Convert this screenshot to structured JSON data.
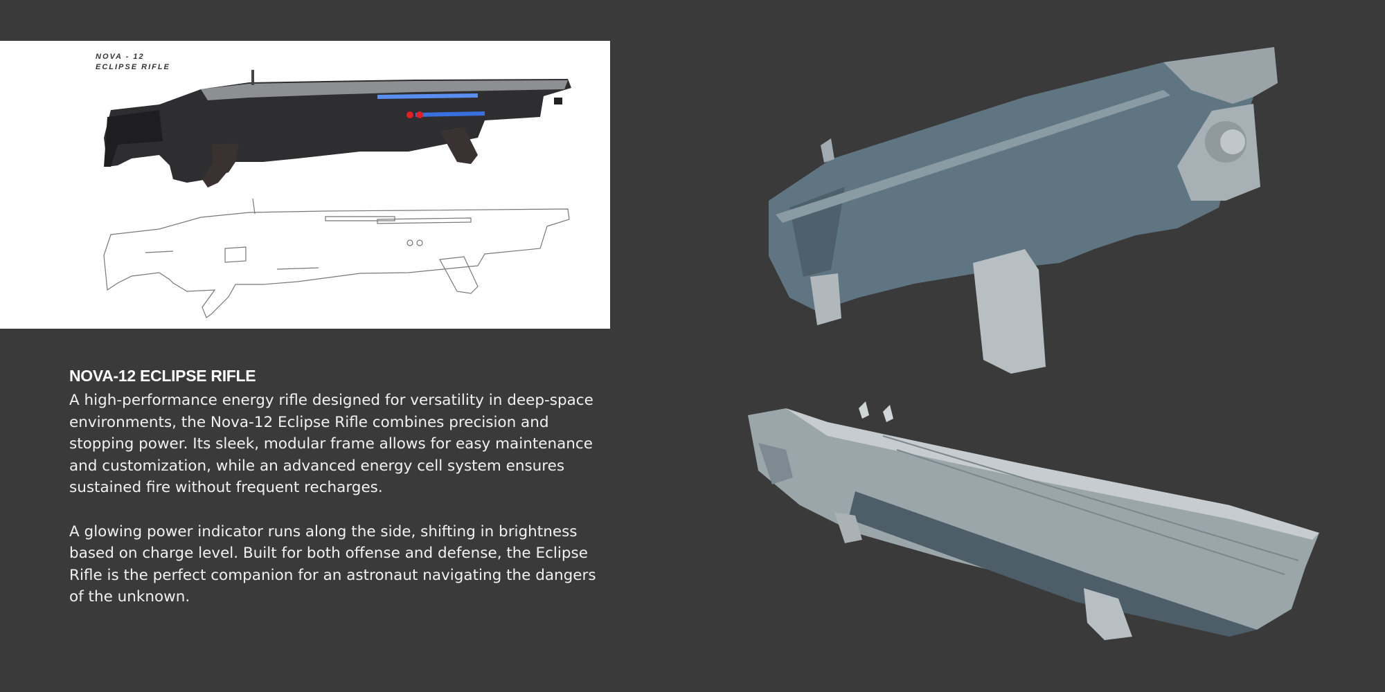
{
  "concept_art": {
    "label_line1": "NOVA - 12",
    "label_line2": "ECLIPSE RIFLE"
  },
  "description": {
    "title": "NOVA-12 ECLIPSE RIFLE",
    "paragraph1": "A high-performance energy rifle designed for versatility in deep-space environments, the Nova-12 Eclipse Rifle combines precision and stopping power. Its sleek, modular frame allows for easy maintenance and customization, while an advanced energy cell system ensures sustained fire without frequent recharges.",
    "paragraph2": "A glowing power indicator runs along the side, shifting in brightness based on charge level. Built for both offense and defense, the Eclipse Rifle is the perfect companion for an astronaut navigating the dangers of the unknown."
  },
  "colors": {
    "background": "#3a3a3a",
    "panel": "#ffffff",
    "model_primary": "#5f7582",
    "model_light": "#b9c0c4",
    "indicator_blue": "#4a7de0",
    "indicator_red": "#e02020"
  }
}
